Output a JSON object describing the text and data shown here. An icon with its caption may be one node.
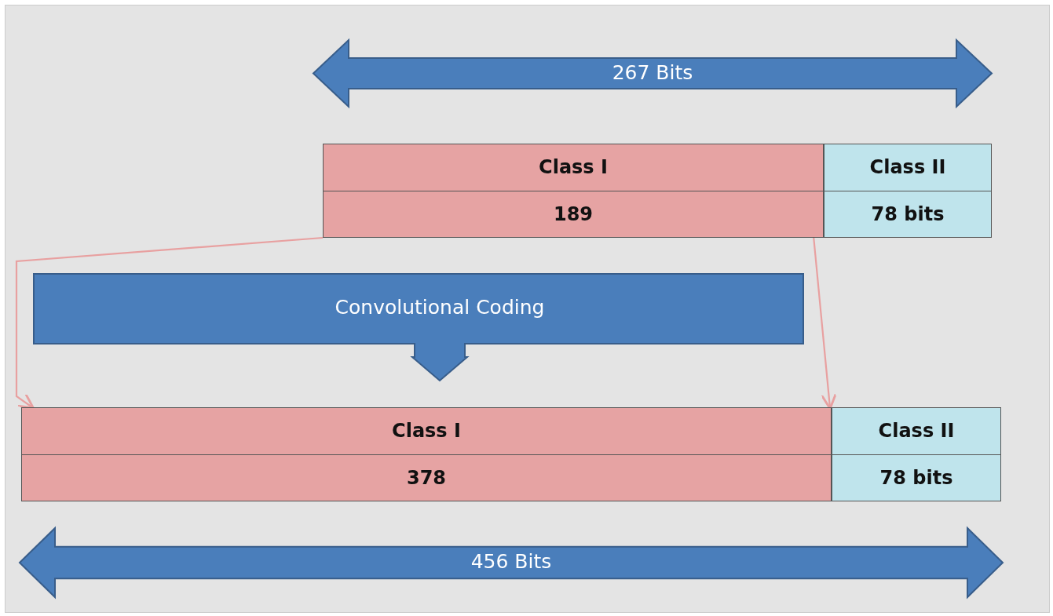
{
  "diagram": {
    "nodes": [
      {
        "text": [
          "267 Bits"
        ]
      },
      {
        "text": [
          "Class I",
          "189"
        ]
      },
      {
        "text": [
          "Class II",
          "78 bits"
        ]
      },
      {
        "text": [
          "Convolutional Coding"
        ]
      },
      {
        "text": [
          "Class I",
          "378"
        ]
      },
      {
        "text": [
          "Class II",
          "78 bits"
        ]
      },
      {
        "text": [
          "456 Bits"
        ]
      }
    ],
    "edges": [
      {
        "from": 1,
        "to": 4,
        "arrow": "to"
      },
      {
        "from": 1,
        "to": 4,
        "arrow": "to"
      }
    ]
  }
}
